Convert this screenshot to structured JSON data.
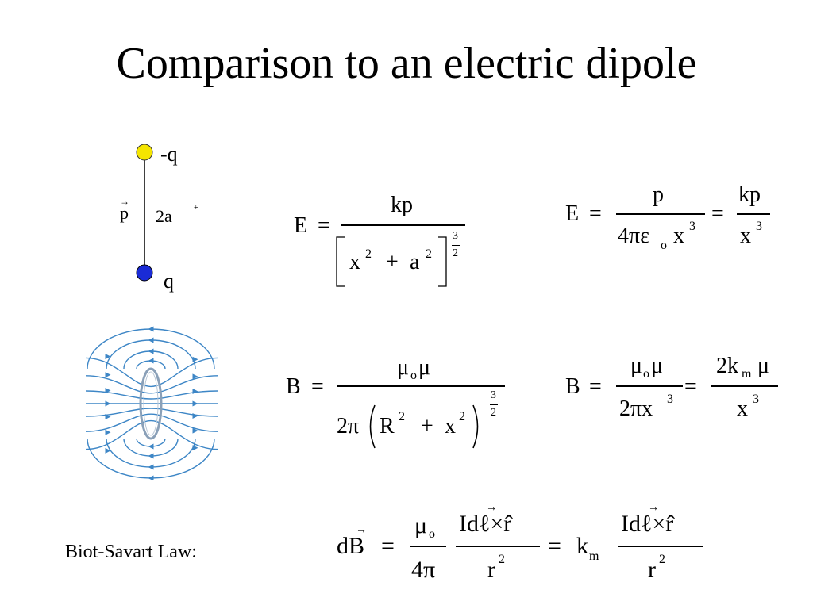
{
  "slide": {
    "title": "Comparison to an electric dipole"
  },
  "dipole": {
    "neg_label": "-q",
    "pos_label": "q",
    "moment": "p",
    "moment_arrow": "→",
    "sep_label": "2a",
    "plus": "+",
    "neg_color": "#f5e500",
    "pos_color": "#1a2bd6"
  },
  "eq_e_exact": {
    "lhs": "E",
    "eq": "=",
    "num": "kp",
    "x": "x",
    "x_exp": "2",
    "plus": "+",
    "a": "a",
    "a_exp": "2",
    "exp_num": "3",
    "exp_den": "2"
  },
  "eq_e_far": {
    "lhs": "E",
    "eq": "=",
    "num1": "p",
    "den1_prefix": "4πε",
    "den1_sub": "o",
    "den1_x": "x",
    "den1_exp": "3",
    "eq2": "=",
    "num2": "kp",
    "den2_x": "x",
    "den2_exp": "3"
  },
  "eq_b_exact": {
    "lhs": "B",
    "eq": "=",
    "num_mu": "μ",
    "num_sub": "o",
    "num_mu2": "μ",
    "den_prefix": "2π",
    "R": "R",
    "R_exp": "2",
    "plus": "+",
    "x": "x",
    "x_exp": "2",
    "exp_num": "3",
    "exp_den": "2"
  },
  "eq_b_far": {
    "lhs": "B",
    "eq": "=",
    "num1_mu": "μ",
    "num1_sub": "o",
    "num1_mu2": "μ",
    "den1": "2πx",
    "den1_exp": "3",
    "eq2": "=",
    "num2_prefix": "2k",
    "num2_sub": "m",
    "num2_mu": "μ",
    "den2_x": "x",
    "den2_exp": "3"
  },
  "biot_savart": {
    "label": "Biot-Savart Law:",
    "lhs": "dB",
    "lhs_arrow": "→",
    "eq": "=",
    "mu": "μ",
    "mu_sub": "o",
    "four_pi": "4π",
    "num": "Idℓ×r̂",
    "den": "r",
    "den_exp": "2",
    "eq2": "=",
    "k": "k",
    "k_sub": "m",
    "num2": "Idℓ×r̂",
    "den2": "r",
    "den2_exp": "2"
  },
  "field_diagram": {
    "line_color": "#3d86c6",
    "loop_color": "#8aa0b8"
  }
}
